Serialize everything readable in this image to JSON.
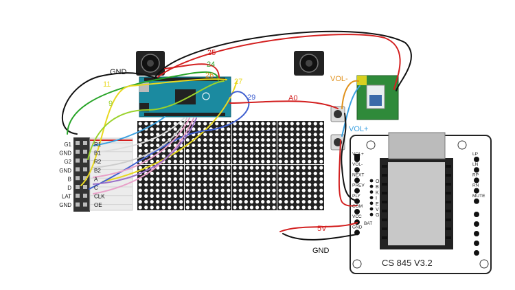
{
  "wire_labels": {
    "gnd_top": "GND",
    "w25": "25",
    "w24": "24",
    "w26": "26",
    "w27": "27",
    "w11": "11",
    "w9": "9",
    "w29": "29",
    "a0": "A0",
    "vol_minus": "VOL-",
    "vol_plus": "VOL+",
    "v5": "5V",
    "gnd_bottom": "GND"
  },
  "hub75_left_labels": [
    "G1",
    "GND",
    "G2",
    "GND",
    "B",
    "D",
    "LAT",
    "GND"
  ],
  "hub75_right_labels": [
    "R1",
    "B1",
    "R2",
    "B2",
    "A",
    "C",
    "CLK",
    "OE"
  ],
  "mp3_left_labels": [
    "VOL+",
    "VOL-",
    "NEXT",
    "PREV",
    "PLY",
    "COM",
    "VCC",
    "GND"
  ],
  "mp3_right_labels": [
    "LP",
    "LN",
    "RP",
    "RN",
    "MUTE"
  ],
  "mp3_mid_letters": [
    "O",
    "B",
    "K",
    "I",
    "E",
    "V",
    "G"
  ],
  "mp3_bat_label": "BAT",
  "mp3_bottom_text": "CS  845 V3.2",
  "colors": {
    "red": "#d32020",
    "black": "#111111",
    "green": "#2aa52a",
    "yellow": "#e8d820",
    "lime": "#9ad22c",
    "blue": "#4060d0",
    "lightblue": "#3aa0e0",
    "orange": "#e0901a",
    "arduino": "#1b8aa0",
    "matrix": "#222222",
    "led": "#ffffff"
  }
}
